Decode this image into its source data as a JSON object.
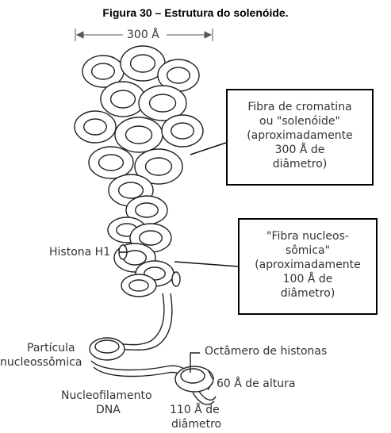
{
  "figure": {
    "title": "Figura 30 – Estrutura do solenóide.",
    "dimension_label": "300 Å"
  },
  "callouts": {
    "solenoid_box": [
      "Fibra de cromatina",
      "ou \"solenóide\"",
      "(aproximadamente",
      "300 Å de",
      "diâmetro)"
    ],
    "nucleosome_box": [
      "\"Fibra nucleos-",
      "sômica\"",
      "(aproximadamente",
      "100 Å de",
      "diâmetro)"
    ]
  },
  "labels": {
    "histone_h1": "Histona H1",
    "particle_line1": "Partícula",
    "particle_line2": "nucleossômica",
    "octamer": "Octâmero de histonas",
    "height": "60 Å de altura",
    "nucleofilament_line1": "Nucleofilamento",
    "nucleofilament_line2": "DNA",
    "diameter_line1": "110 Å de",
    "diameter_line2": "diâmetro"
  }
}
